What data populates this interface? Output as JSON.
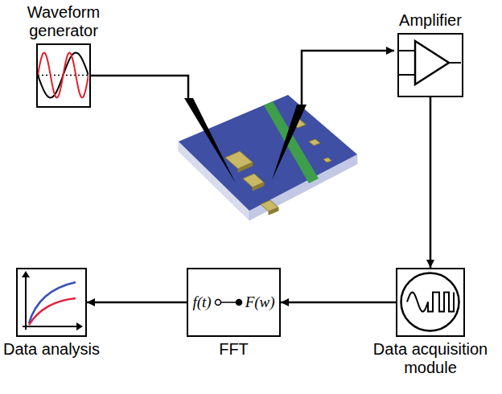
{
  "diagram": {
    "nodes": [
      {
        "text": [
          "Waveform generator"
        ]
      },
      {
        "text": [
          "Amplifier"
        ]
      },
      {
        "text": [
          "Data acquisition module"
        ]
      },
      {
        "text": [
          "FFT",
          "f(t)",
          "F(w)"
        ]
      },
      {
        "text": [
          "Data analysis"
        ]
      }
    ],
    "edges": [
      {
        "from": 1,
        "to": 2,
        "arrow": "to"
      },
      {
        "from": 2,
        "to": 3,
        "arrow": "to"
      },
      {
        "from": 3,
        "to": 4,
        "arrow": "to"
      }
    ]
  }
}
